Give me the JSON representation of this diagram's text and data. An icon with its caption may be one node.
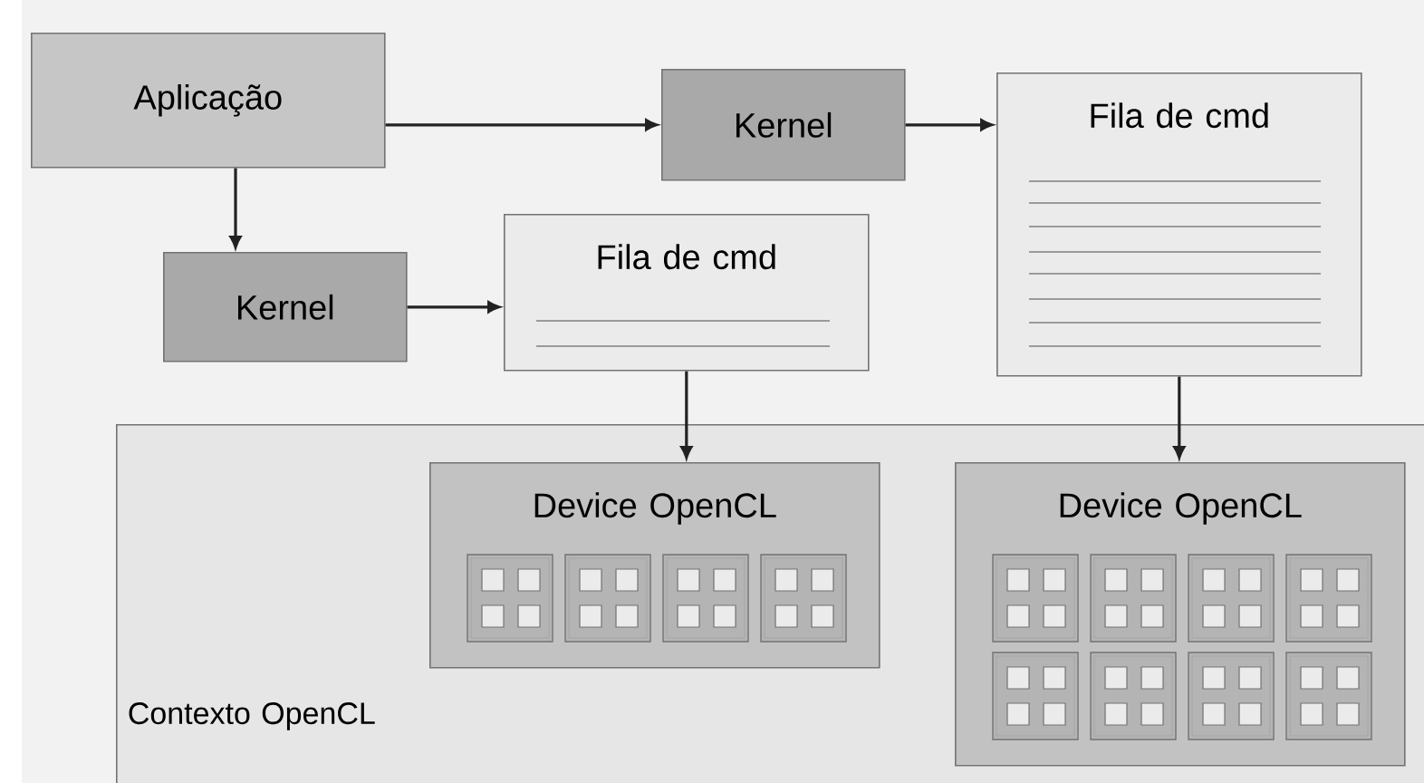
{
  "diagram": {
    "nodes": [
      {
        "text": [
          "Aplicação"
        ]
      },
      {
        "text": [
          "Kernel"
        ]
      },
      {
        "text": [
          "Fila de cmd"
        ]
      },
      {
        "text": [
          "Kernel"
        ]
      },
      {
        "text": [
          "Fila de cmd"
        ]
      },
      {
        "text": [
          "Contexto OpenCL"
        ]
      },
      {
        "text": [
          "Device OpenCL"
        ],
        "in": 5
      },
      {
        "text": [
          "Device OpenCL"
        ],
        "in": 5
      }
    ],
    "edges": [
      {
        "from": 0,
        "to": 1,
        "arrow": "to"
      },
      {
        "from": 1,
        "to": 2,
        "arrow": "to"
      },
      {
        "from": 0,
        "to": 3,
        "arrow": "to"
      },
      {
        "from": 3,
        "to": 4,
        "arrow": "to"
      },
      {
        "from": 4,
        "to": 6,
        "arrow": "to"
      },
      {
        "from": 2,
        "to": 7,
        "arrow": "to"
      }
    ]
  }
}
